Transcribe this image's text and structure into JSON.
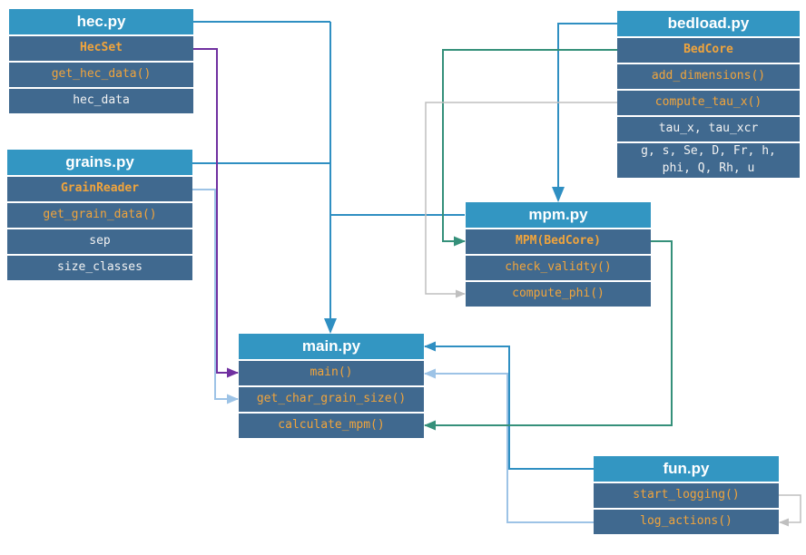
{
  "modules": [
    {
      "id": "hec",
      "title": "hec.py",
      "rows": [
        {
          "text": "HecSet",
          "kind": "class"
        },
        {
          "text": "get_hec_data()",
          "kind": "function"
        },
        {
          "text": "hec_data",
          "kind": "attribute"
        }
      ]
    },
    {
      "id": "grains",
      "title": "grains.py",
      "rows": [
        {
          "text": "GrainReader",
          "kind": "class"
        },
        {
          "text": "get_grain_data()",
          "kind": "function"
        },
        {
          "text": "sep",
          "kind": "attribute"
        },
        {
          "text": "size_classes",
          "kind": "attribute"
        }
      ]
    },
    {
      "id": "bedload",
      "title": "bedload.py",
      "rows": [
        {
          "text": "BedCore",
          "kind": "class"
        },
        {
          "text": "add_dimensions()",
          "kind": "function"
        },
        {
          "text": "compute_tau_x()",
          "kind": "function"
        },
        {
          "text": "tau_x, tau_xcr",
          "kind": "attribute"
        },
        {
          "text": "g, s, Se, D, Fr, h,\nphi, Q, Rh, u",
          "kind": "attribute"
        }
      ]
    },
    {
      "id": "mpm",
      "title": "mpm.py",
      "rows": [
        {
          "text": "MPM(BedCore)",
          "kind": "class"
        },
        {
          "text": "check_validty()",
          "kind": "function"
        },
        {
          "text": "compute_phi()",
          "kind": "function"
        }
      ]
    },
    {
      "id": "main",
      "title": "main.py",
      "rows": [
        {
          "text": "main()",
          "kind": "function"
        },
        {
          "text": "get_char_grain_size()",
          "kind": "function"
        },
        {
          "text": "calculate_mpm()",
          "kind": "function"
        }
      ]
    },
    {
      "id": "fun",
      "title": "fun.py",
      "rows": [
        {
          "text": "start_logging()",
          "kind": "function"
        },
        {
          "text": "log_actions()",
          "kind": "function"
        }
      ]
    }
  ],
  "colors": {
    "header_bg": "#3396c2",
    "row_bg": "#40698f",
    "class_and_function_text": "#f0a43c",
    "attribute_text": "#f2f2f2",
    "wire_blue": "#2f8fc2",
    "wire_light_blue": "#9dc3e6",
    "wire_purple": "#7030a0",
    "wire_teal": "#35907a",
    "wire_gray": "#bfbfbf"
  },
  "connections": [
    {
      "from": "hec.py (header)",
      "to": "main.py (top)",
      "color": "blue"
    },
    {
      "from": "grains.py (header)",
      "to": "main.py (top, shared trunk)",
      "color": "blue"
    },
    {
      "from": "hec/grains trunk",
      "to": "mpm.py (header left)",
      "color": "blue"
    },
    {
      "from": "bedload.py (header)",
      "to": "mpm.py (top)",
      "color": "blue"
    },
    {
      "from": "fun.py (header)",
      "to": "main.py (header right)",
      "color": "blue"
    },
    {
      "from": "HecSet",
      "to": "main()",
      "color": "purple"
    },
    {
      "from": "GrainReader",
      "to": "get_char_grain_size()",
      "color": "light_blue"
    },
    {
      "from": "log_actions()",
      "to": "main()",
      "color": "light_blue"
    },
    {
      "from": "BedCore",
      "to": "MPM(BedCore)",
      "color": "teal"
    },
    {
      "from": "MPM(BedCore)",
      "to": "calculate_mpm()",
      "color": "teal"
    },
    {
      "from": "compute_tau_x()",
      "to": "compute_phi()",
      "color": "gray"
    },
    {
      "from": "start_logging()",
      "to": "log_actions()",
      "color": "gray"
    }
  ]
}
